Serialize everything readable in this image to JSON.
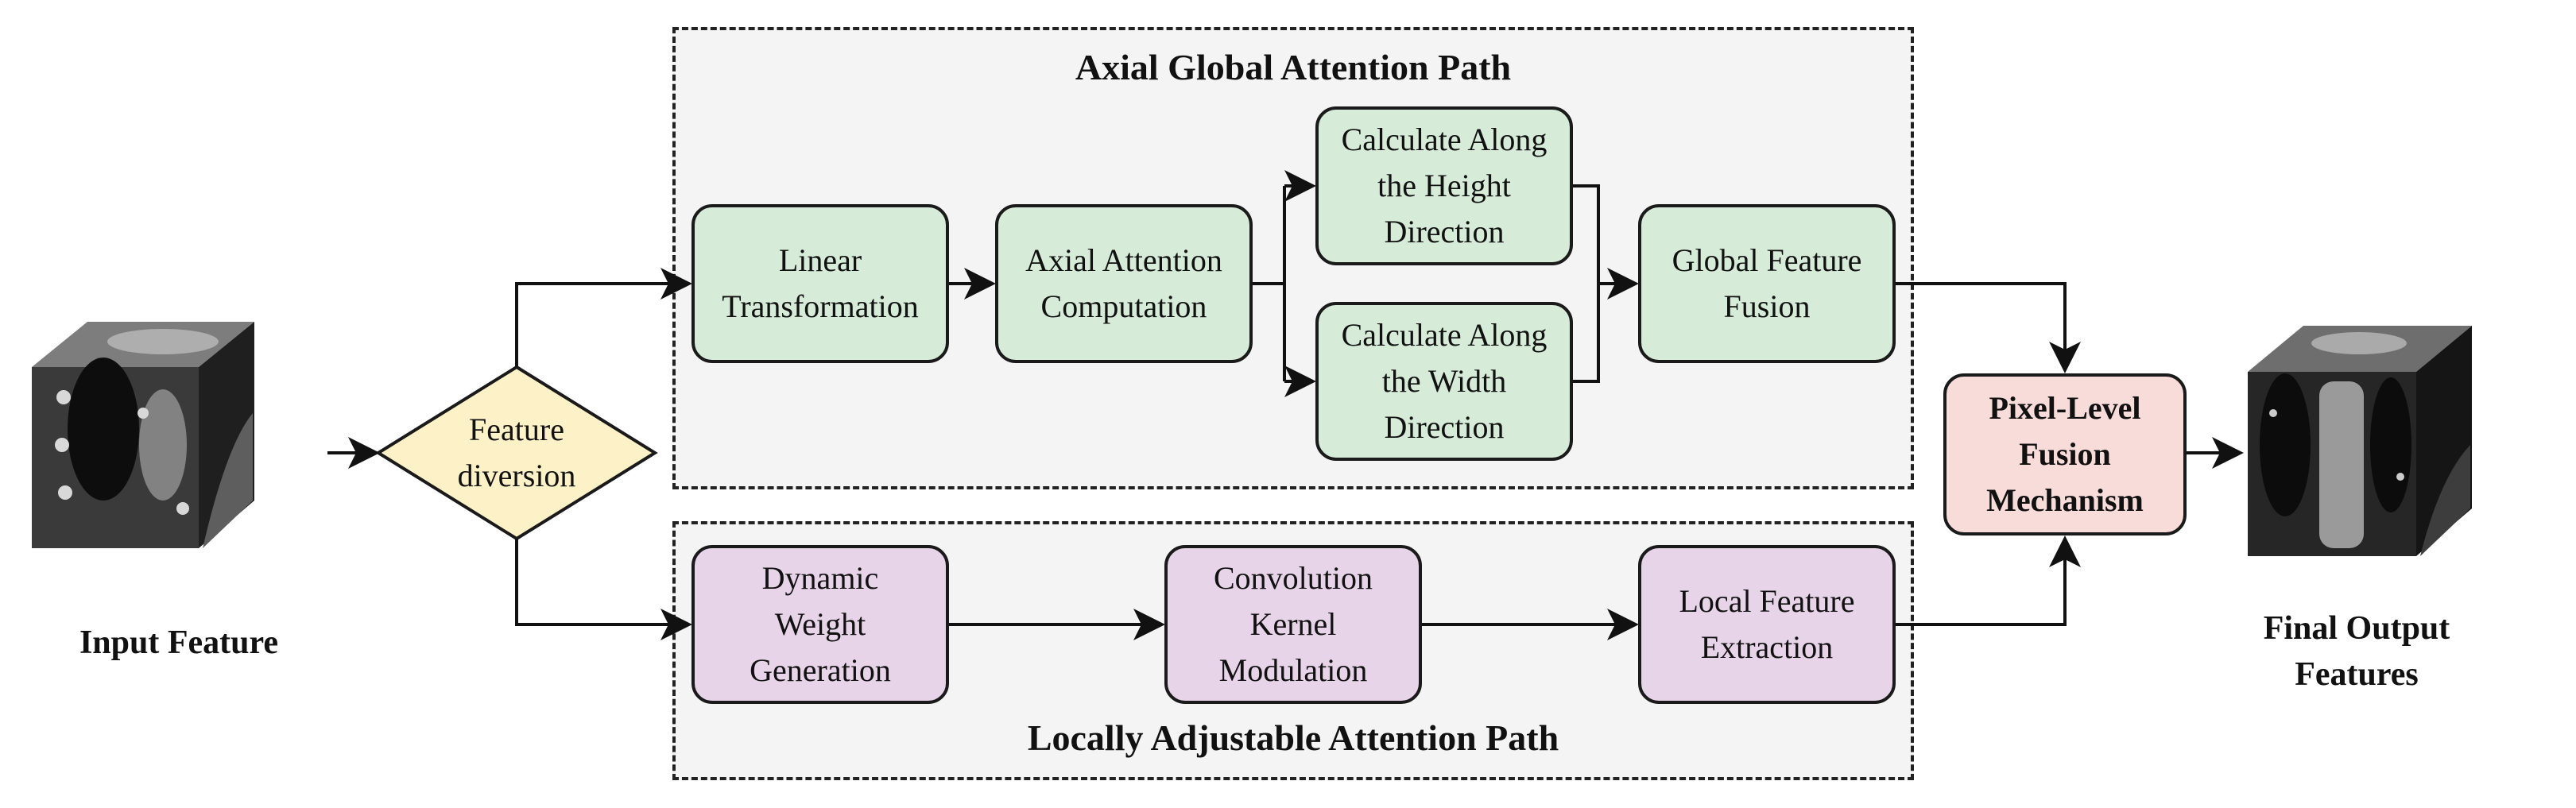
{
  "input": {
    "caption": "Input Feature",
    "image": "ct-volume-cube-input"
  },
  "diamond": {
    "label": "Feature\ndiversion"
  },
  "global_path": {
    "title": "Axial Global Attention Path",
    "boxes": {
      "linear": "Linear\nTransformation",
      "axial": "Axial Attention\nComputation",
      "height": "Calculate Along\nthe Height\nDirection",
      "width": "Calculate Along\nthe Width\nDirection",
      "fusion": "Global Feature\nFusion"
    }
  },
  "local_path": {
    "title": "Locally Adjustable Attention Path",
    "boxes": {
      "dynamic": "Dynamic\nWeight\nGeneration",
      "conv": "Convolution\nKernel\nModulation",
      "local": "Local Feature\nExtraction"
    }
  },
  "fusion_mechanism": {
    "label": "Pixel-Level\nFusion\nMechanism"
  },
  "output": {
    "caption": "Final Output\nFeatures",
    "image": "ct-volume-cube-output"
  },
  "colors": {
    "global_box": "#d6ecd9",
    "local_box": "#e7d4e8",
    "fusion_box": "#f8dcda",
    "diamond": "#fdf1c7",
    "panel": "#f4f4f4"
  }
}
